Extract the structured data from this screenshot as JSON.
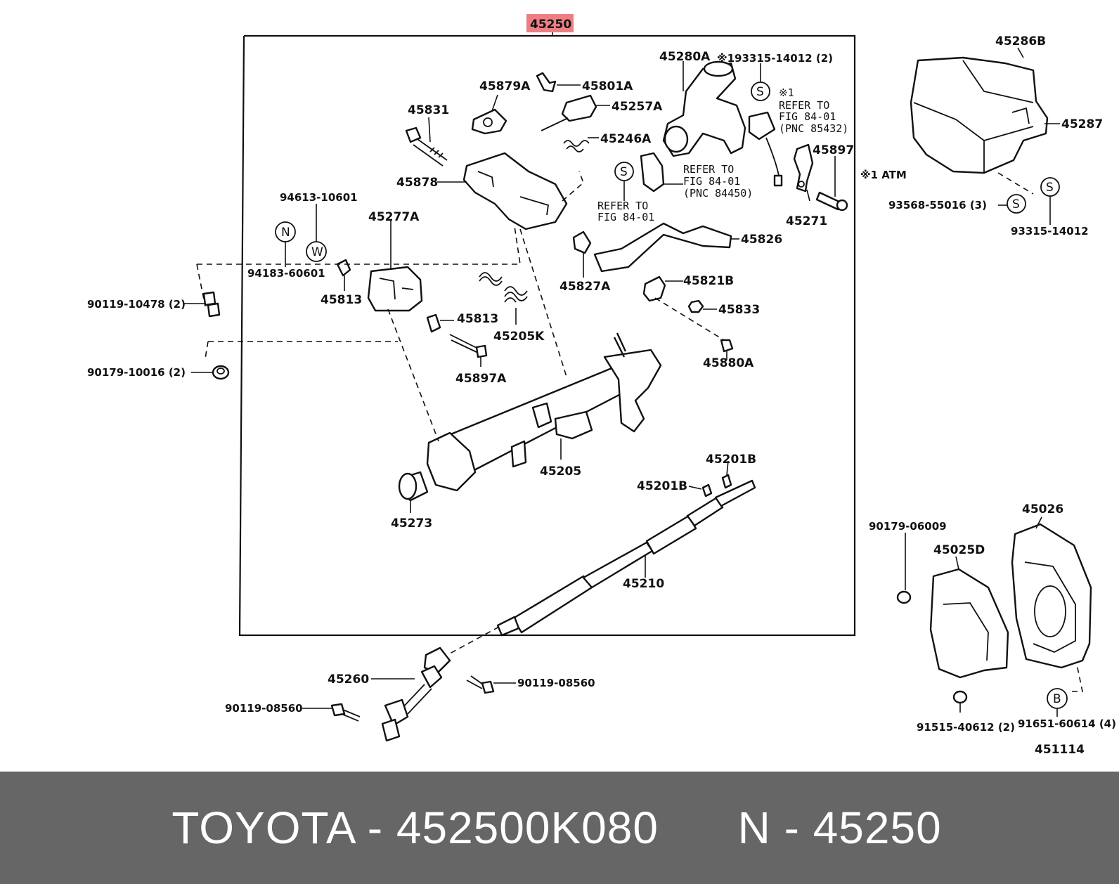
{
  "highlight_label": "45250",
  "highlight_color": "#ec7f83",
  "parts": {
    "p45280A": "45280A",
    "p93315_top": "※193315-14012 (2)",
    "s_top": "S",
    "x1_note": [
      "※1",
      "REFER TO",
      "FIG 84-01",
      "(PNC 85432)"
    ],
    "p45286B": "45286B",
    "p45287": "45287",
    "p45879A": "45879A",
    "p45801A": "45801A",
    "p45257A": "45257A",
    "p45246A": "45246A",
    "p45831": "45831",
    "p45878": "45878",
    "note_84450": [
      "REFER TO",
      "FIG 84-01",
      "(PNC 84450)"
    ],
    "s_mid": "S",
    "note_fig": [
      "REFER TO",
      "FIG 84-01"
    ],
    "p45897": "45897",
    "atm_note": "※1 ATM",
    "p45271": "45271",
    "p93568": "93568-55016 (3)",
    "s_right1": "S",
    "s_right2": "S",
    "p93315_right": "93315-14012",
    "p94613": "94613-10601",
    "sym_n": "N",
    "sym_w": "W",
    "p94183": "94183-60601",
    "p45277A": "45277A",
    "p45826": "45826",
    "p90119_10478": "90119-10478 (2)",
    "p45813a": "45813",
    "p45827A": "45827A",
    "p45821B": "45821B",
    "p45813b": "45813",
    "p45205K": "45205K",
    "p45833": "45833",
    "p90179_10016": "90179-10016 (2)",
    "p45897A": "45897A",
    "p45880A": "45880A",
    "p45201B_top": "45201B",
    "p45205": "45205",
    "p45201B_mid": "45201B",
    "p45273": "45273",
    "p45026": "45026",
    "p90179_06009": "90179-06009",
    "p45025D": "45025D",
    "p45210": "45210",
    "p45260": "45260",
    "p90119_08560_right": "90119-08560",
    "p90119_08560_left": "90119-08560",
    "p91515": "91515-40612 (2)",
    "sym_b": "B",
    "p91651": "91651-60614 (4)",
    "p451114": "451114"
  },
  "footer": {
    "brand": "TOYOTA",
    "part_number": "452500K080",
    "ref_code": "N",
    "ref_value": "45250",
    "text": "TOYOTA - 452500K080      N - 45250"
  }
}
